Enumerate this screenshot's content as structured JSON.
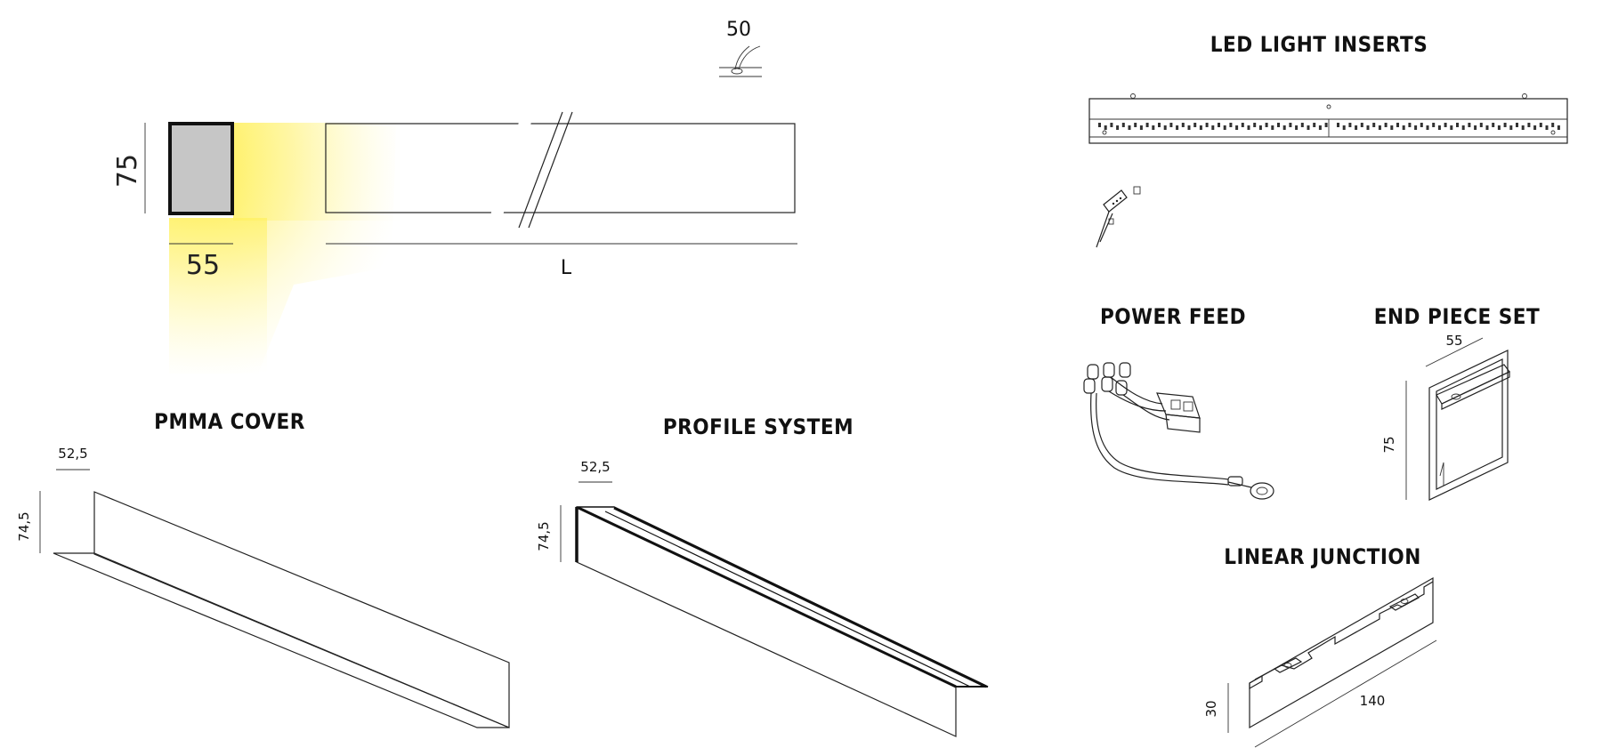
{
  "colors": {
    "light_glow": "#fff27a",
    "profile_fill": "#c6c6c6",
    "outline": "#222222"
  },
  "top_drawing": {
    "height_dim": "75",
    "width_dim": "55",
    "length_dim": "L",
    "cable_dim": "50"
  },
  "pmma_cover": {
    "title": "PMMA COVER",
    "width_dim": "52,5",
    "height_dim": "74,5"
  },
  "profile_system": {
    "title": "PROFILE SYSTEM",
    "width_dim": "52,5",
    "height_dim": "74,5"
  },
  "led_inserts": {
    "title": "LED LIGHT INSERTS"
  },
  "power_feed": {
    "title": "POWER FEED"
  },
  "end_piece": {
    "title": "END PIECE SET",
    "width_dim": "55",
    "height_dim": "75"
  },
  "linear_junction": {
    "title": "LINEAR JUNCTION",
    "height_dim": "30",
    "length_dim": "140"
  }
}
